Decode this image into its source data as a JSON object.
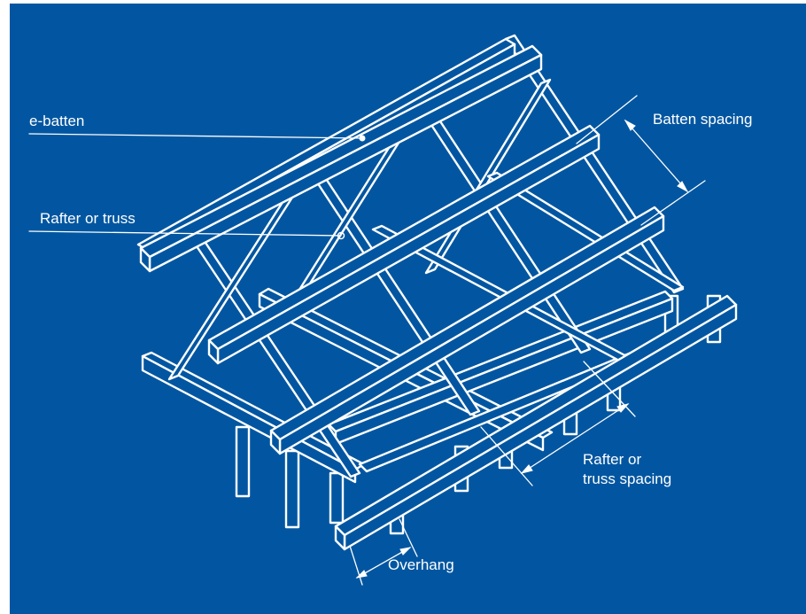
{
  "colors": {
    "background": "#0256a1",
    "lines": "#ffffff"
  },
  "labels": {
    "e_batten": "e-batten",
    "rafter_or_truss": "Rafter or truss",
    "batten_spacing": "Batten spacing",
    "rafter_spacing_line1": "Rafter or",
    "rafter_spacing_line2": "truss spacing",
    "overhang": "Overhang"
  }
}
